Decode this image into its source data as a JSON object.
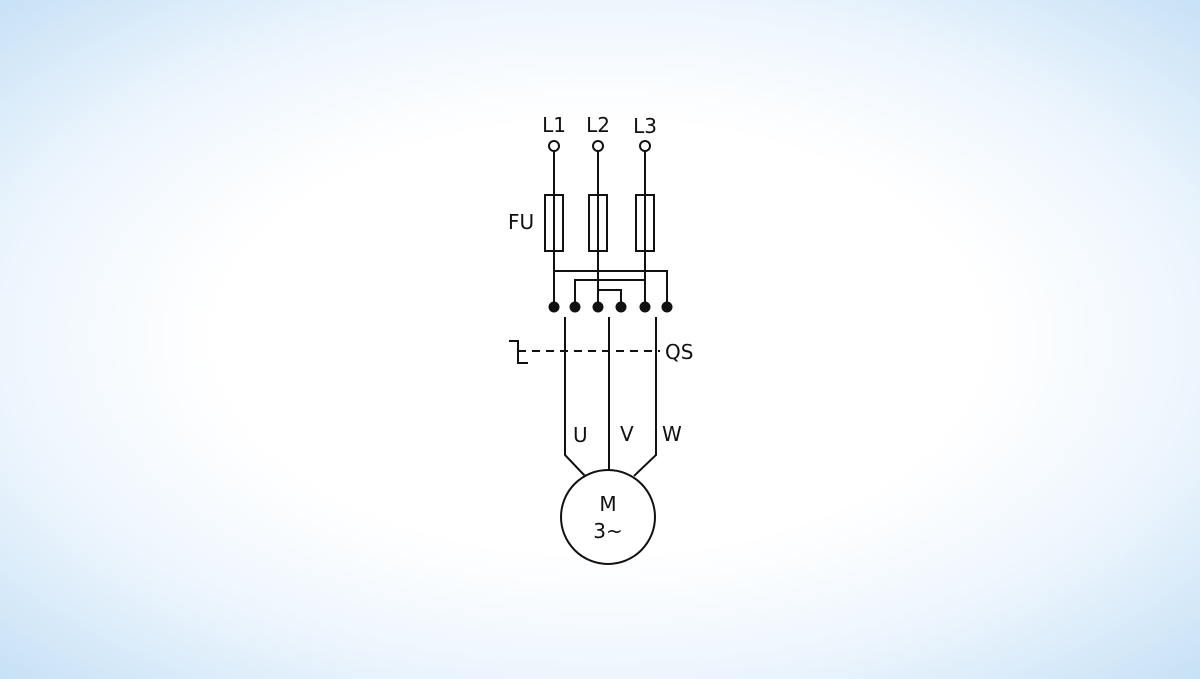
{
  "labels": {
    "phase_l1": "L1",
    "phase_l2": "L2",
    "phase_l3": "L3",
    "fuse": "FU",
    "switch": "QS",
    "motor_u": "U",
    "motor_v": "V",
    "motor_w": "W",
    "motor_symbol": "M",
    "motor_type": "3~"
  },
  "colors": {
    "line": "#111111",
    "background_edge": "#c7e1f6",
    "background_center": "#ffffff"
  }
}
